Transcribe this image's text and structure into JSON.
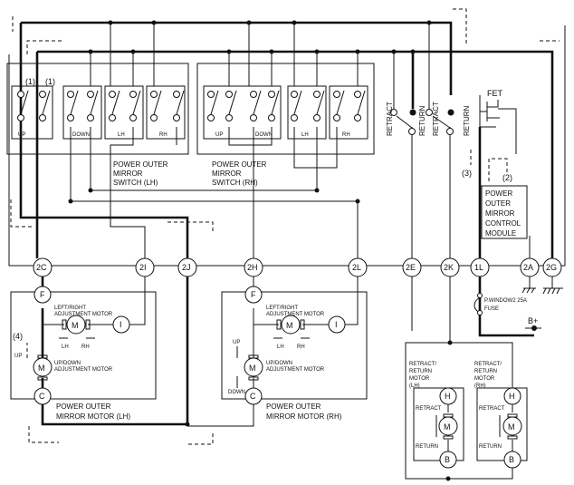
{
  "labels": {
    "fet": "FET",
    "retract": "RETRACT",
    "return": "RETURN",
    "switch_lh": [
      "POWER OUTER",
      "MIRROR",
      "SWITCH  (LH)"
    ],
    "switch_rh": [
      "POWER OUTER",
      "MIRROR",
      "SWITCH (RH)"
    ],
    "control_module": [
      "POWER",
      "OUTER",
      "MIRROR",
      "CONTROL",
      "MODULE"
    ],
    "mirror_motor_lh": [
      "POWER OUTER",
      "MIRROR MOTOR (LH)"
    ],
    "mirror_motor_rh": [
      "POWER OUTER",
      "MIRROR MOTOR (RH)"
    ],
    "lr_motor": [
      "LEFT/RIGHT",
      "ADJUSTMENT MOTOR"
    ],
    "ud_motor": [
      "UP/DOWN",
      "ADJUSTMENT MOTOR"
    ],
    "retract_motor_lh": [
      "RETRACT/",
      "RETURN",
      "MOTOR",
      "(LH)"
    ],
    "retract_motor_rh": [
      "RETRACT/",
      "RETURN",
      "MOTOR",
      "(RH)"
    ],
    "fuse": [
      "P.WINDOW2 25A",
      "FUSE"
    ],
    "battery": "B+",
    "sw_up": "UP",
    "sw_down": "DOWN",
    "sw_lh": "LH",
    "sw_rh": "RH",
    "lh": "LH",
    "rh": "RH",
    "up": "UP",
    "down": "DOWN",
    "motor_symbol": "M",
    "flow_markers": [
      "(1)",
      "(1)",
      "(2)",
      "(3)",
      "(4)"
    ]
  },
  "terminals": [
    "2C",
    "2I",
    "2J",
    "2H",
    "2L",
    "2E",
    "2K",
    "1L",
    "2A",
    "2G"
  ],
  "motor_terminals": {
    "lh": [
      "F",
      "I",
      "C"
    ],
    "rh": [
      "F",
      "I",
      "C"
    ],
    "retract_lh": [
      "H",
      "B"
    ],
    "retract_rh": [
      "H",
      "B"
    ]
  }
}
